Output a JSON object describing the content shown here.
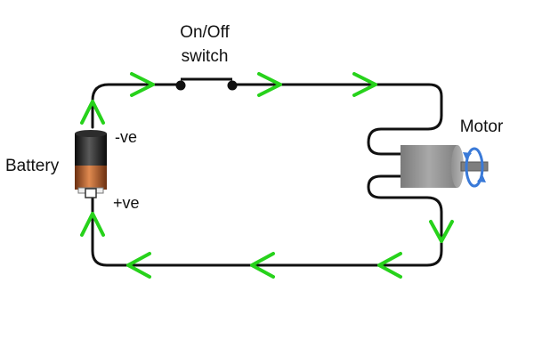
{
  "labels": {
    "switch_line1": "On/Off",
    "switch_line2": "switch",
    "motor": "Motor",
    "battery": "Battery",
    "negative": "-ve",
    "positive": "+ve"
  },
  "colors": {
    "wire": "#111111",
    "arrow": "#27d21b",
    "motor_body": "#8e8e8e",
    "battery_top": "#1a1a1a",
    "battery_bottom": "#c0652a",
    "rotation_arrow": "#3a7ad8"
  },
  "icons": {
    "rotation": "circular-arrow-icon"
  }
}
